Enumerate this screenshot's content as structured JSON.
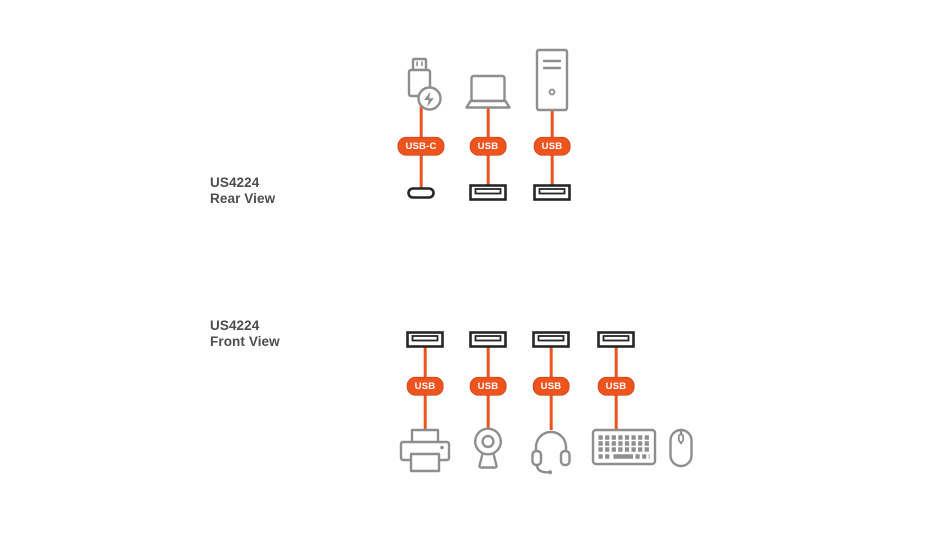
{
  "diagram": {
    "type": "usb-connection-diagram",
    "product": "US4224"
  },
  "colors": {
    "orange": "#F0541E",
    "device_gray": "#8E8E8E",
    "port_dark": "#262626",
    "label_gray": "#4D4D4D",
    "background": "#FFFFFF"
  },
  "rear": {
    "label_line1": "US4224",
    "label_line2": "Rear View",
    "connections": [
      {
        "device_icon": "usb-c-power-adapter-icon",
        "badge": "USB-C",
        "port_icon": "usb-c-port-icon"
      },
      {
        "device_icon": "laptop-icon",
        "badge": "USB",
        "port_icon": "usb-a-port-icon"
      },
      {
        "device_icon": "desktop-pc-icon",
        "badge": "USB",
        "port_icon": "usb-a-port-icon"
      }
    ]
  },
  "front": {
    "label_line1": "US4224",
    "label_line2": "Front View",
    "connections": [
      {
        "device_icon": "printer-icon",
        "badge": "USB",
        "port_icon": "usb-a-port-icon"
      },
      {
        "device_icon": "webcam-icon",
        "badge": "USB",
        "port_icon": "usb-a-port-icon"
      },
      {
        "device_icon": "headset-icon",
        "badge": "USB",
        "port_icon": "usb-a-port-icon"
      },
      {
        "device_icon": "keyboard-icon",
        "badge": "USB",
        "port_icon": "usb-a-port-icon"
      }
    ],
    "unconnected_device_icon": "mouse-icon"
  }
}
